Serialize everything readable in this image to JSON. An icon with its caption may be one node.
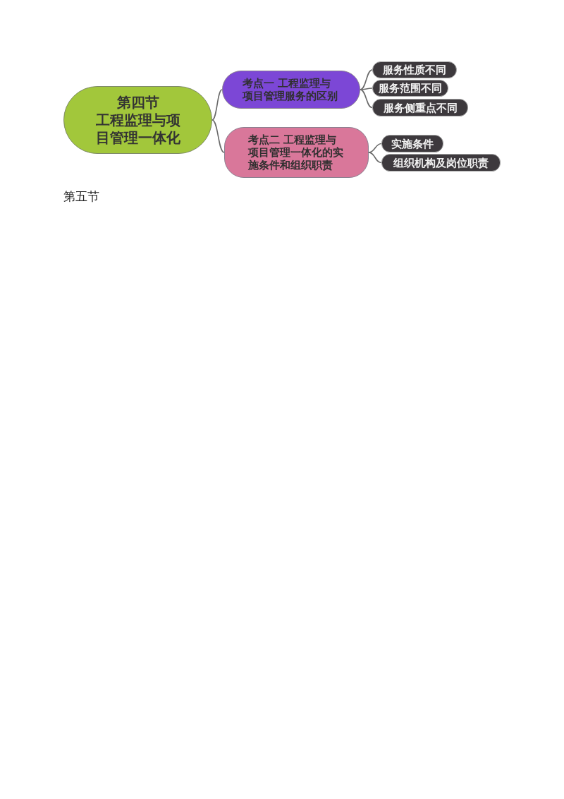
{
  "diagram": {
    "nodes": [
      {
        "text": [
          "第四节",
          "工程监理与项目管理一体化"
        ]
      },
      {
        "text": [
          "考点一 工程监理与项目管理服务的区别"
        ]
      },
      {
        "text": [
          "考点二 工程监理与项目管理一体化的实施条件和组织职责"
        ]
      },
      {
        "text": [
          "服务性质不同"
        ]
      },
      {
        "text": [
          "服务范围不同"
        ]
      },
      {
        "text": [
          "服务侧重点不同"
        ]
      },
      {
        "text": [
          "实施条件"
        ]
      },
      {
        "text": [
          "组织机构及岗位职责"
        ]
      }
    ],
    "edges": [
      {
        "from": 0,
        "to": 1,
        "arrow": "none"
      },
      {
        "from": 0,
        "to": 2,
        "arrow": "none"
      },
      {
        "from": 1,
        "to": 3,
        "arrow": "none"
      },
      {
        "from": 1,
        "to": 4,
        "arrow": "none"
      },
      {
        "from": 1,
        "to": 5,
        "arrow": "none"
      },
      {
        "from": 2,
        "to": 6,
        "arrow": "none"
      },
      {
        "from": 2,
        "to": 7,
        "arrow": "none"
      }
    ],
    "labels": [
      "第五节"
    ]
  }
}
